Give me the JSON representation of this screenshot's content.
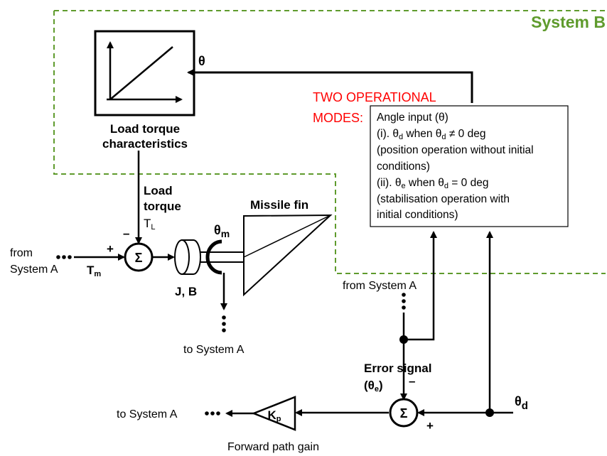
{
  "system_title": "System B",
  "load_block": {
    "label_line1": "Load torque",
    "label_line2": "characteristics"
  },
  "feedback_theta": "θ",
  "modes_title_line1": "TWO OPERATIONAL",
  "modes_title_line2": "MODES:",
  "modes_box": {
    "line1": "Angle input (θ)",
    "line2_pre": "(i). θ",
    "line2_sub": "d",
    "line2_post": " when θ",
    "line2_sub2": "d",
    "line2_end": " ≠ 0 deg",
    "line3": "(position operation without initial",
    "line4": "conditions)",
    "line5_pre": "(ii). θ",
    "line5_sub": "e",
    "line5_post": " when θ",
    "line5_sub2": "d",
    "line5_end": " = 0 deg",
    "line6": "(stabilisation operation with",
    "line7": "initial conditions)"
  },
  "load_torque_line1": "Load",
  "load_torque_line2": "torque",
  "tl_symbol": "T",
  "tl_sub": "L",
  "sum_minus_top": "–",
  "sum_plus_left": "+",
  "sum_symbol": "Σ",
  "from_system_a_line1": "from",
  "from_system_a_line2": "System A",
  "tm_symbol": "T",
  "tm_sub": "m",
  "jb_label": "J, B",
  "theta_m_symbol": "θ",
  "theta_m_sub": "m",
  "missile_fin_label": "Missile fin",
  "to_system_a_mid": "to System A",
  "from_system_a_right": "from System A",
  "error_signal_line1": "Error signal",
  "error_signal_line2_pre": "(θ",
  "error_signal_line2_sub": "e",
  "error_signal_line2_post": ")",
  "sum2_minus": "–",
  "sum2_plus": "+",
  "sum2_symbol": "Σ",
  "theta_d_symbol": "θ",
  "theta_d_sub": "d",
  "kp_symbol": "K",
  "kp_sub": "p",
  "forward_gain_label": "Forward path gain",
  "to_system_a_bottom": "to System A",
  "colors": {
    "system_border": "#5f9b2d",
    "modes_title": "#ff0000",
    "line": "#000000"
  }
}
